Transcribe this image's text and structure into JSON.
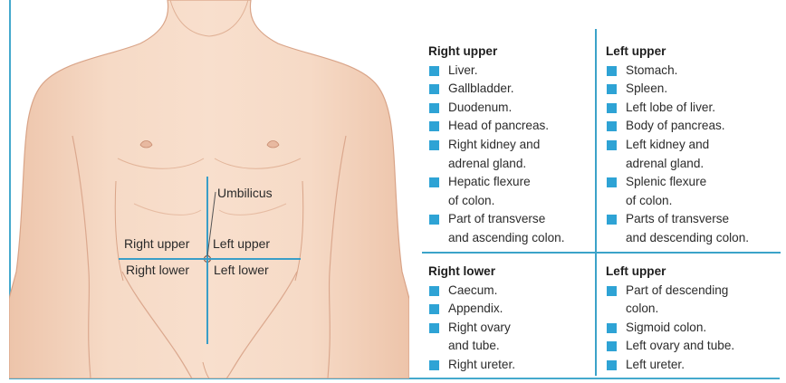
{
  "torso_labels": {
    "umbilicus": "Umbilicus",
    "right_upper": "Right upper",
    "left_upper": "Left upper",
    "right_lower": "Right lower",
    "left_lower": "Left lower"
  },
  "panels": {
    "right_upper": {
      "title": "Right upper",
      "items": [
        "Liver.",
        "Gallbladder.",
        "Duodenum.",
        "Head of pancreas.",
        [
          "Right kidney and",
          "adrenal gland."
        ],
        [
          "Hepatic flexure",
          "of colon."
        ],
        [
          "Part of transverse",
          "and ascending colon."
        ]
      ]
    },
    "left_upper": {
      "title": "Left upper",
      "items": [
        "Stomach.",
        "Spleen.",
        "Left lobe of liver.",
        "Body of pancreas.",
        [
          "Left kidney and",
          "adrenal gland."
        ],
        [
          "Splenic flexure",
          "of colon."
        ],
        [
          "Parts of transverse",
          "and descending colon."
        ]
      ]
    },
    "right_lower": {
      "title": "Right lower",
      "items": [
        "Caecum.",
        "Appendix.",
        [
          "Right ovary",
          "and tube."
        ],
        "Right ureter."
      ]
    },
    "left_lower": {
      "title": "Left upper",
      "items": [
        [
          "Part of descending",
          "colon."
        ],
        "Sigmoid colon.",
        "Left ovary and tube.",
        "Left ureter."
      ]
    }
  },
  "colors": {
    "skin": "#f5d7c1",
    "skin_shadow": "#e2b59a",
    "outline": "#c98f72",
    "accent_blue": "#2ea3d5",
    "line_blue": "#3ba3c9"
  }
}
